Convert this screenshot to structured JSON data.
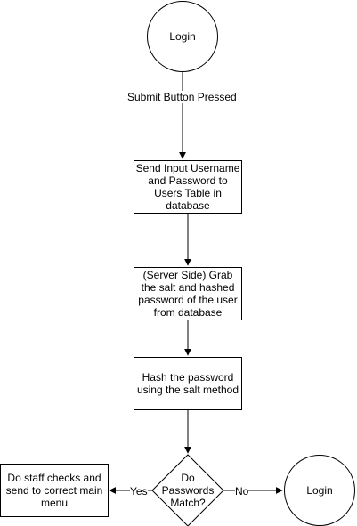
{
  "nodes": {
    "start": {
      "text": "Login"
    },
    "send_input": {
      "text": "Send Input Username and Password to Users Table in database"
    },
    "grab_salt": {
      "text": "(Server Side) Grab the salt and hashed password of the user from database"
    },
    "hash_password": {
      "text": "Hash the password using the salt method"
    },
    "decision": {
      "text": "Do Passwords Match?"
    },
    "staff_checks": {
      "text": "Do staff checks and send to correct main menu"
    },
    "end_login": {
      "text": "Login"
    }
  },
  "edges": {
    "submit": {
      "label": "Submit Button Pressed"
    },
    "yes": {
      "label": "Yes"
    },
    "no": {
      "label": "No"
    }
  }
}
